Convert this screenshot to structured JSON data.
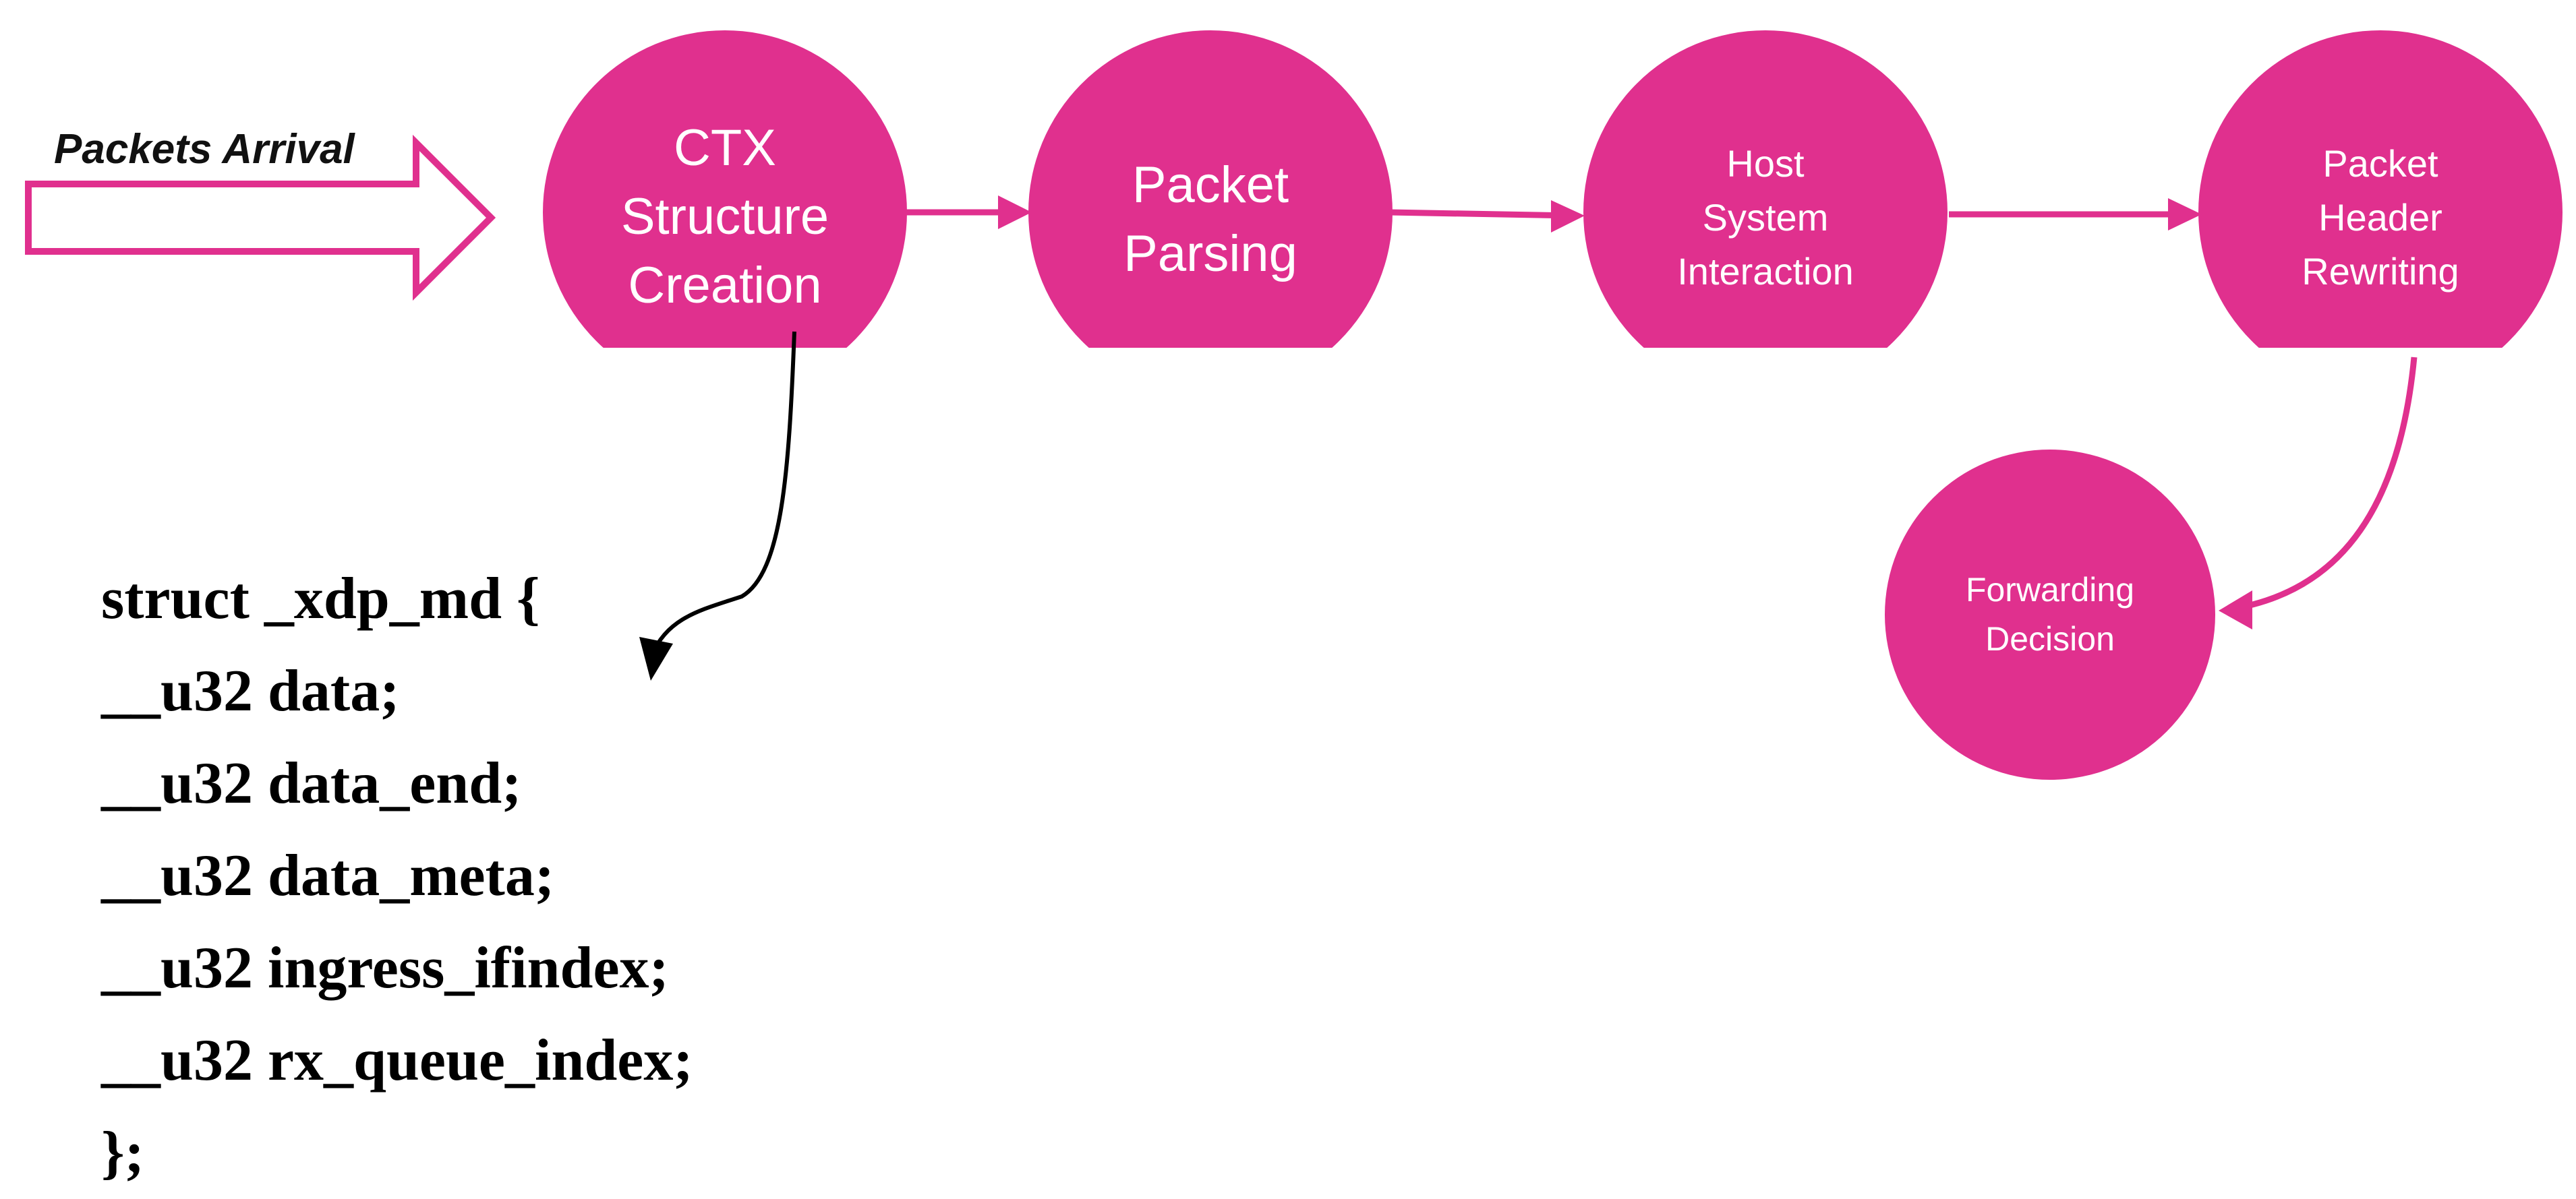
{
  "colors": {
    "node_fill": "#e0308e",
    "connector": "#e0308e",
    "text_on_node": "#ffffff",
    "code_text": "#000000",
    "arrival_arrow_outline": "#e0308e",
    "curved_arrow": "#000000"
  },
  "arrival": {
    "label": "Packets Arrival"
  },
  "nodes": [
    {
      "id": "ctx",
      "lines": [
        "CTX",
        "Structure",
        "Creation"
      ]
    },
    {
      "id": "parsing",
      "lines": [
        "Packet",
        "Parsing"
      ]
    },
    {
      "id": "host",
      "lines": [
        "Host",
        "System",
        "Interaction"
      ]
    },
    {
      "id": "rewrite",
      "lines": [
        "Packet",
        "Header",
        "Rewriting"
      ]
    },
    {
      "id": "forward",
      "lines": [
        "Forwarding",
        "Decision"
      ]
    }
  ],
  "code": {
    "lines": [
      "struct _xdp_md {",
      "__u32 data;",
      "__u32 data_end;",
      "__u32 data_meta;",
      "__u32 ingress_ifindex;",
      "__u32 rx_queue_index;",
      "};"
    ]
  }
}
